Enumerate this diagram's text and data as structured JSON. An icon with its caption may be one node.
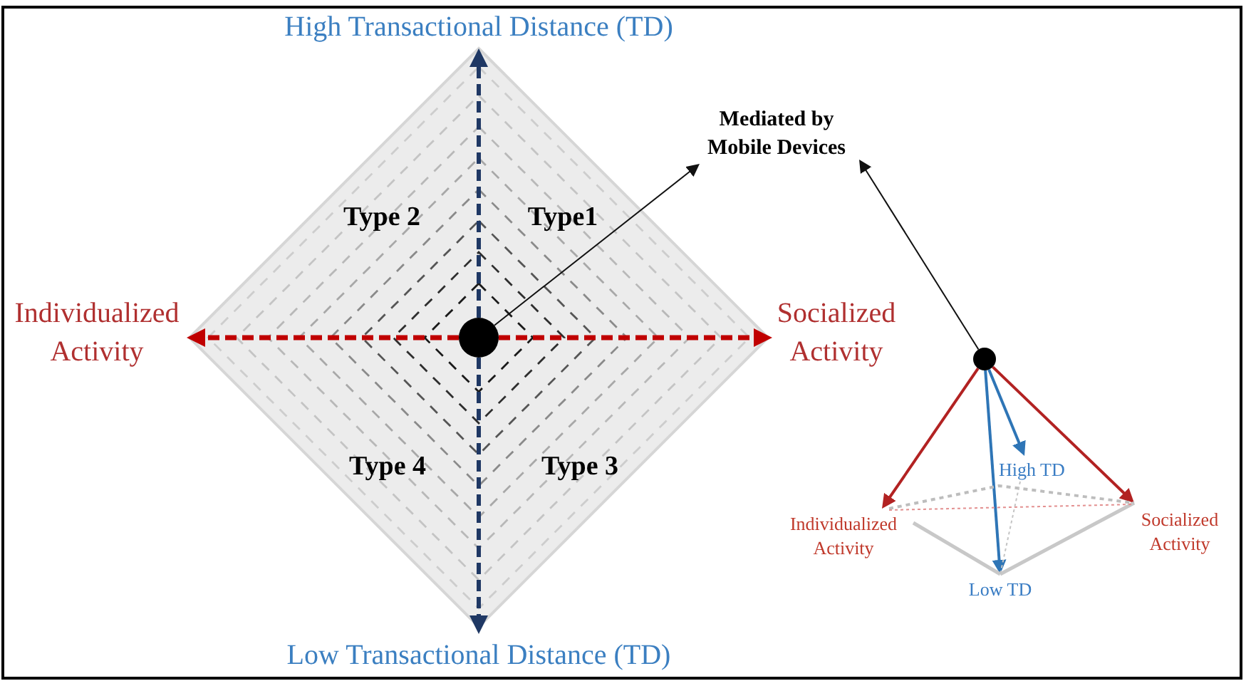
{
  "diagram": {
    "nodes": [
      {
        "text": [
          "High Transactional Distance (TD)"
        ]
      },
      {
        "text": [
          "Mediated by Mobile Devices"
        ]
      },
      {
        "text": [
          "Individualized Activity"
        ]
      },
      {
        "text": [
          "Type 2",
          "Type1",
          "Type 4",
          "Type 3"
        ]
      },
      {
        "text": [],
        "shape": "circle",
        "in": 3
      },
      {
        "text": [
          "Socialized Activity"
        ]
      },
      {
        "text": [],
        "shape": "circle"
      },
      {
        "text": [
          "High TD"
        ]
      },
      {
        "text": [
          "Individualized Activity"
        ]
      },
      {
        "text": [
          "Socialized Activity"
        ]
      },
      {
        "text": [
          "Low TD"
        ]
      },
      {
        "text": [
          "Low Transactional Distance (TD)"
        ]
      }
    ],
    "edges": [
      {
        "from": 4,
        "to": 0,
        "arrow": "to",
        "style": "dashed",
        "color": "#1f3864"
      },
      {
        "from": 4,
        "to": 11,
        "arrow": "to",
        "style": "dashed",
        "color": "#1f3864"
      },
      {
        "from": 4,
        "to": 2,
        "arrow": "to",
        "style": "dashed",
        "color": "#c00000"
      },
      {
        "from": 4,
        "to": 5,
        "arrow": "to",
        "style": "dashed",
        "color": "#c00000"
      },
      {
        "from": 4,
        "to": 1,
        "arrow": "to"
      },
      {
        "from": 6,
        "to": 1,
        "arrow": "to"
      },
      {
        "from": 6,
        "to": 8,
        "arrow": "to",
        "color": "#b22222"
      },
      {
        "from": 6,
        "to": 9,
        "arrow": "to",
        "color": "#b22222"
      },
      {
        "from": 6,
        "to": 7,
        "arrow": "to",
        "color": "#2e75b6"
      },
      {
        "from": 6,
        "to": 10,
        "arrow": "to",
        "color": "#2e75b6"
      },
      {
        "from": 8,
        "to": 10,
        "arrow": "none",
        "color": "#c8c8c8"
      },
      {
        "from": 10,
        "to": 9,
        "arrow": "none",
        "color": "#c8c8c8"
      },
      {
        "from": 8,
        "to": 9,
        "arrow": "none",
        "style": "dashed",
        "color": "#bdbdbd"
      },
      {
        "from": 8,
        "to": 9,
        "arrow": "none",
        "style": "dashed",
        "color": "#e39090"
      },
      {
        "from": 7,
        "to": 10,
        "arrow": "none",
        "style": "dashed",
        "color": "#c4c4c4"
      }
    ]
  }
}
